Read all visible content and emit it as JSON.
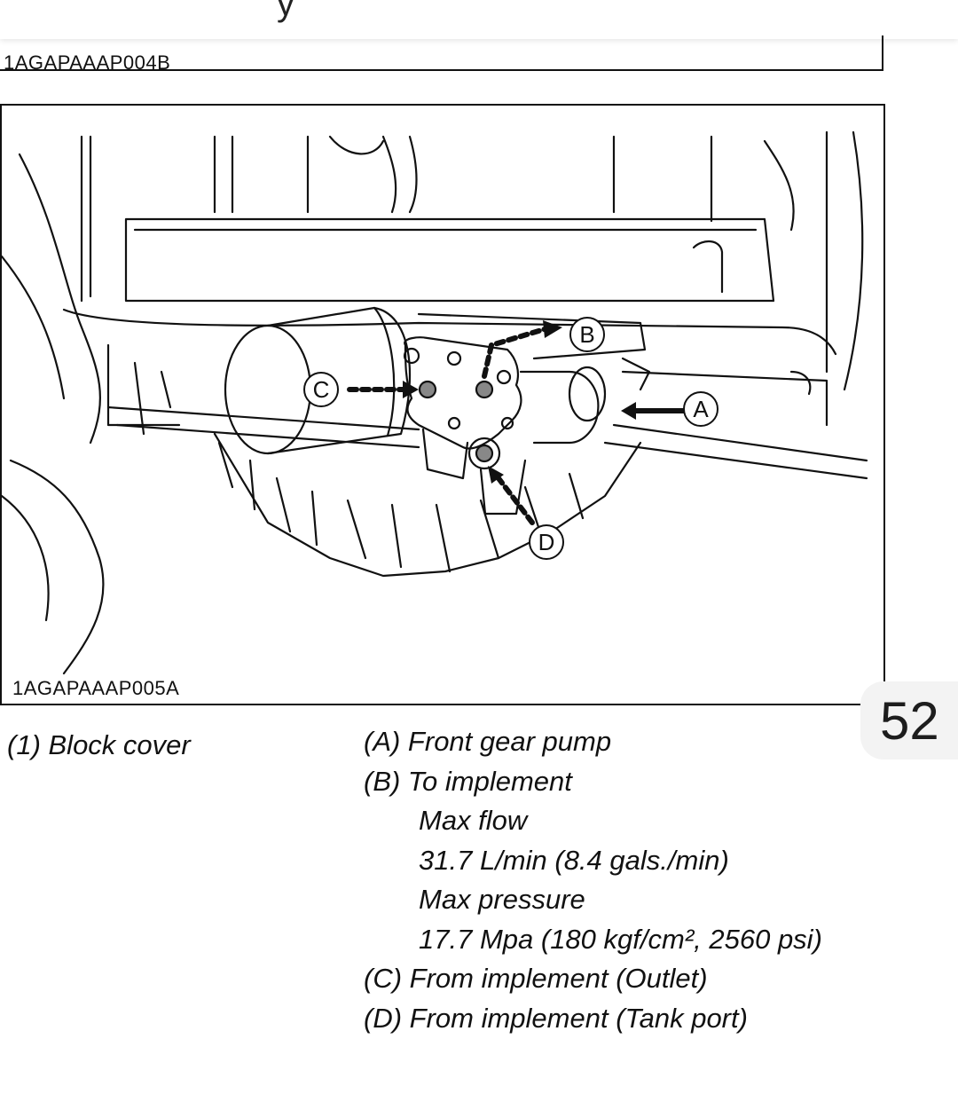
{
  "header": {
    "partial_glyph": "y"
  },
  "previous_figure": {
    "code": "1AGAPAAAP004B"
  },
  "figure": {
    "code": "1AGAPAAAP005A",
    "callouts": {
      "a": "A",
      "b": "B",
      "c": "C",
      "d": "D"
    }
  },
  "page_badge": {
    "number": "52"
  },
  "captions": {
    "left": "(1) Block cover",
    "items": [
      {
        "text": "(A) Front gear pump",
        "indent": false
      },
      {
        "text": "(B) To implement",
        "indent": false
      },
      {
        "text": "Max flow",
        "indent": true
      },
      {
        "text": "31.7 L/min (8.4 gals./min)",
        "indent": true
      },
      {
        "text": "Max pressure",
        "indent": true
      },
      {
        "text": "17.7 Mpa (180 kgf/cm², 2560 psi)",
        "indent": true
      },
      {
        "text": "(C) From implement (Outlet)",
        "indent": false
      },
      {
        "text": "(D) From implement (Tank port)",
        "indent": false
      }
    ]
  }
}
